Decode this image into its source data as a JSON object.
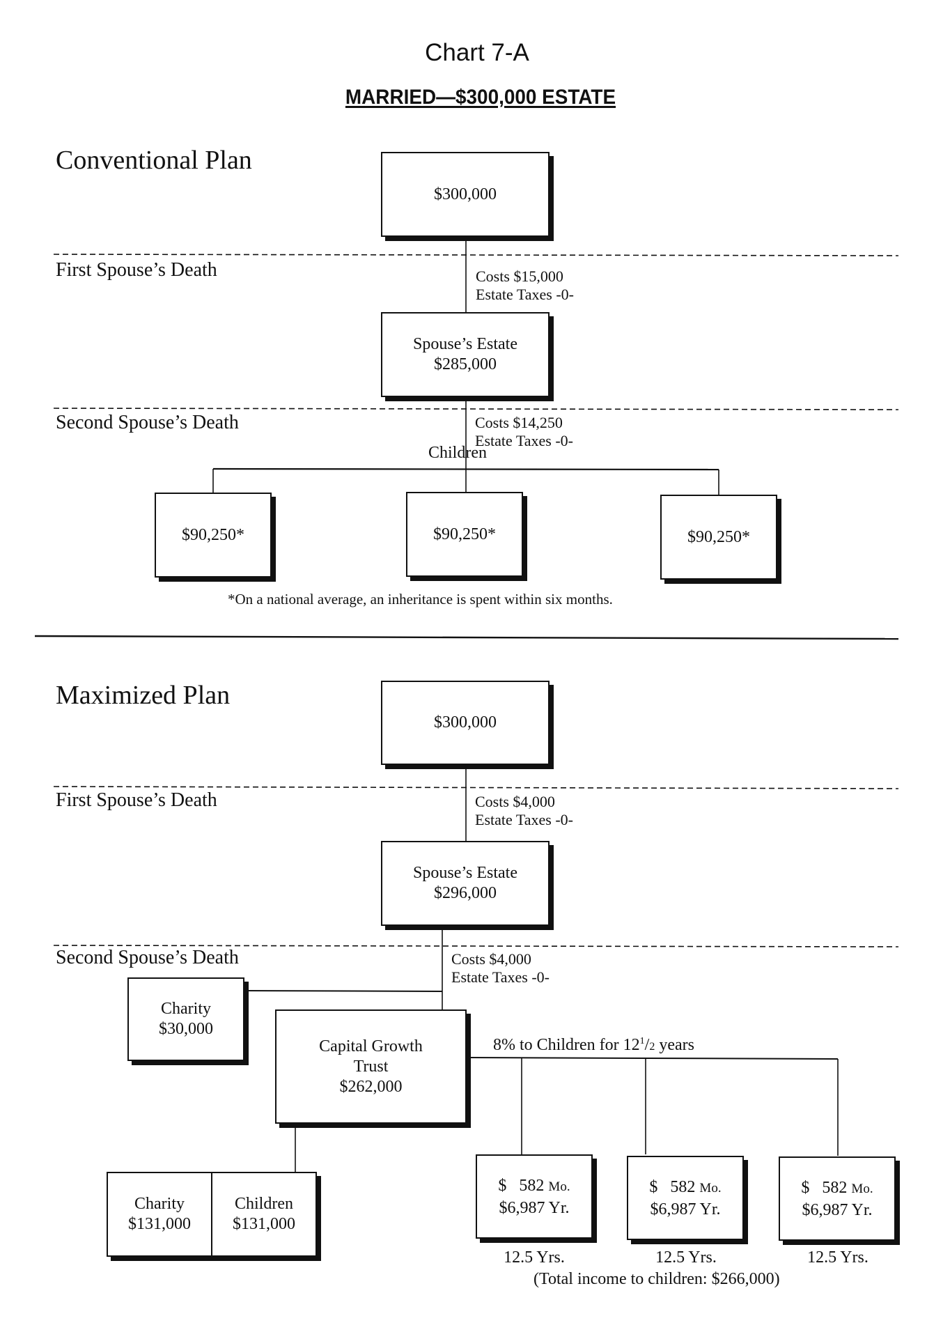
{
  "header": {
    "chart_number": "Chart 7-A",
    "title": "MARRIED—$300,000 ESTATE"
  },
  "conventional": {
    "plan_title": "Conventional Plan",
    "start_box": {
      "amount": "$300,000"
    },
    "first_death": {
      "label": "First Spouse’s Death",
      "costs": "Costs $15,000",
      "estate_taxes": "Estate Taxes -0-"
    },
    "spouse_estate_box": {
      "label": "Spouse’s Estate",
      "amount": "$285,000"
    },
    "second_death": {
      "label": "Second Spouse’s Death",
      "costs": "Costs $14,250",
      "estate_taxes": "Estate Taxes -0-"
    },
    "children_label": "Children",
    "children_boxes": [
      {
        "amount": "$90,250*"
      },
      {
        "amount": "$90,250*"
      },
      {
        "amount": "$90,250*"
      }
    ],
    "footnote": "*On a national average, an inheritance is spent within six months."
  },
  "maximized": {
    "plan_title": "Maximized Plan",
    "start_box": {
      "amount": "$300,000"
    },
    "first_death": {
      "label": "First Spouse’s Death",
      "costs": "Costs $4,000",
      "estate_taxes": "Estate Taxes -0-"
    },
    "spouse_estate_box": {
      "label": "Spouse’s Estate",
      "amount": "$296,000"
    },
    "second_death": {
      "label": "Second Spouse’s Death",
      "costs": "Costs $4,000",
      "estate_taxes": "Estate Taxes -0-"
    },
    "charity_box": {
      "label": "Charity",
      "amount": "$30,000"
    },
    "trust_box": {
      "label_line1": "Capital Growth",
      "label_line2": "Trust",
      "amount": "$262,000"
    },
    "trust_branch_label": {
      "text": "8% to Children for 12",
      "fraction": "1/2",
      "suffix": " years"
    },
    "remainder_box": {
      "left": {
        "label": "Charity",
        "amount": "$131,000"
      },
      "right": {
        "label": "Children",
        "amount": "$131,000"
      }
    },
    "income_boxes": [
      {
        "monthly_prefix": "$",
        "monthly": "582",
        "monthly_unit": "Mo.",
        "yearly": "$6,987",
        "yearly_unit": "Yr.",
        "duration": "12.5 Yrs."
      },
      {
        "monthly_prefix": "$",
        "monthly": "582",
        "monthly_unit": "Mo.",
        "yearly": "$6,987",
        "yearly_unit": "Yr.",
        "duration": "12.5 Yrs."
      },
      {
        "monthly_prefix": "$",
        "monthly": "582",
        "monthly_unit": "Mo.",
        "yearly": "$6,987",
        "yearly_unit": "Yr.",
        "duration": "12.5 Yrs."
      }
    ],
    "total_income": "(Total income to children: $266,000)"
  }
}
